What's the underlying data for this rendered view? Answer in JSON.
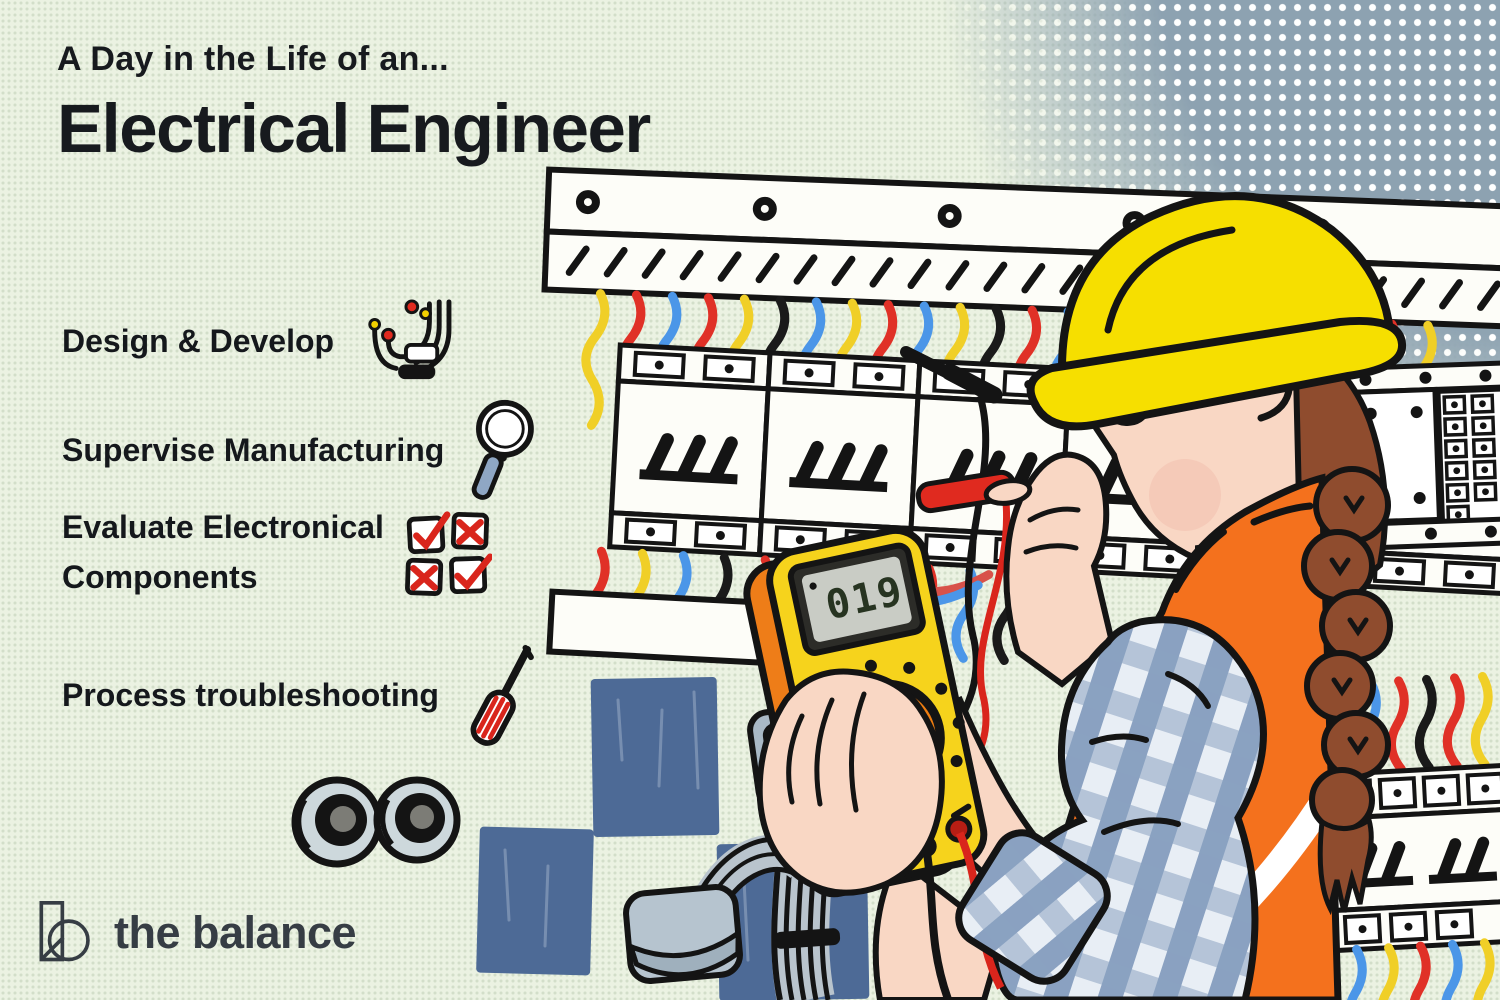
{
  "header": {
    "kicker": "A Day in the Life of an...",
    "title": "Electrical Engineer"
  },
  "tasks": [
    {
      "label": "Design & Develop",
      "icon": "circuit-board-icon"
    },
    {
      "label": "Supervise Manufacturing",
      "icon": "magnifying-glass-icon"
    },
    {
      "label": "Evaluate Electronical\nComponents",
      "icon": "checkboxes-icon"
    },
    {
      "label": "Process troubleshooting",
      "icon": "screwdriver-icon"
    }
  ],
  "brand": {
    "name": "the balance",
    "logo_icon": "the-balance-monogram-icon"
  },
  "illustration": {
    "alt": "Female electrical engineer in yellow hard hat, safety goggles and orange safety vest testing a breaker panel with a multimeter and probes",
    "multimeter_reading": "019",
    "colors": {
      "background": "#ebf2e2",
      "halftone": "#8da2b1",
      "hard_hat": "#f6df00",
      "safety_vest": "#f4711d",
      "multimeter_body": "#f6d31c",
      "multimeter_side": "#ee7d18",
      "wire_red": "#e03127",
      "wire_yellow": "#f0cf27",
      "wire_blue": "#4b96e8",
      "plaid_shirt": "#8aa1c1",
      "accent_squares": "#4d6a96",
      "hair": "#8f4c2e",
      "skin": "#f9d7c4",
      "outline": "#141414"
    }
  }
}
